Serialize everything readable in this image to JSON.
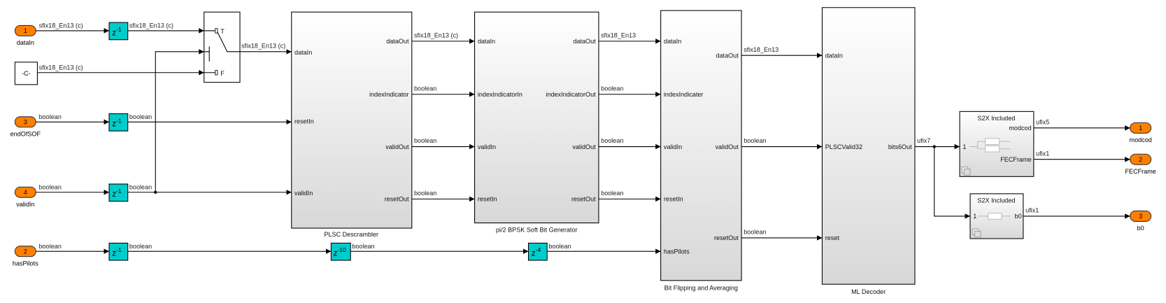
{
  "inports": [
    {
      "num": "1",
      "name": "dataIn"
    },
    {
      "num": "3",
      "name": "endOfSOF"
    },
    {
      "num": "4",
      "name": "validIn"
    },
    {
      "num": "2",
      "name": "hasPilots"
    }
  ],
  "constant": {
    "label": "-C-"
  },
  "switch": {
    "true_label": "T",
    "false_label": "F"
  },
  "delays": {
    "z": "z",
    "d1": "-1",
    "d10": "-10",
    "d4": "-4"
  },
  "signals": {
    "sfix_c": "sfix18_En13 (c)",
    "boolean": "boolean",
    "sfix": "sfix18_En13",
    "ufix7": "ufix7",
    "ufix5": "ufix5",
    "ufix1": "ufix1"
  },
  "blocks": {
    "plsc": {
      "name": "PLSC Descrambler",
      "in": [
        "dataIn",
        "resetIn",
        "validIn"
      ],
      "out": [
        "dataOut",
        "indexIndicator",
        "validOut",
        "resetOut"
      ]
    },
    "bpsk": {
      "name": "pi/2 BPSK Soft Bit Generator",
      "in": [
        "dataIn",
        "indexIndicatorIn",
        "validIn",
        "resetIn"
      ],
      "out": [
        "dataOut",
        "indexIndicatorOut",
        "validOut",
        "resetOut"
      ]
    },
    "flip": {
      "name": "Bit Flipping and Averaging",
      "in": [
        "dataIn",
        "indexIndicater",
        "validIn",
        "resetIn",
        "hasPilots"
      ],
      "out": [
        "dataOut",
        "validOut",
        "resetOut"
      ]
    },
    "ml": {
      "name": "ML Decoder",
      "in": [
        "dataIn",
        "PLSCValid32",
        "reset"
      ],
      "out": [
        "bits6Out"
      ]
    },
    "s2x1": {
      "name": "S2X Included",
      "in": "1",
      "out": [
        "modcod",
        "FECFrame"
      ]
    },
    "s2x2": {
      "name": "S2X Included",
      "in": "1",
      "out": [
        "b0"
      ]
    }
  },
  "outports": [
    {
      "num": "1",
      "name": "modcod"
    },
    {
      "num": "2",
      "name": "FECFrame"
    },
    {
      "num": "3",
      "name": "b0"
    }
  ]
}
